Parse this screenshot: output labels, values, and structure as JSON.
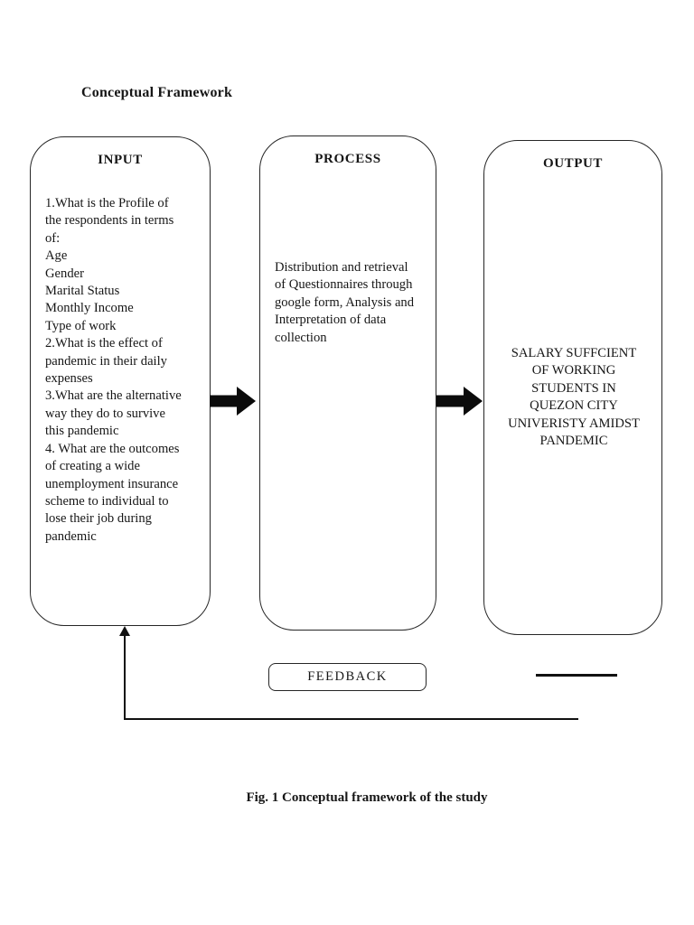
{
  "page": {
    "heading": "Conceptual Framework",
    "caption": "Fig. 1 Conceptual framework of the study",
    "background_color": "#ffffff",
    "ink_color": "#161616"
  },
  "boxes": {
    "input": {
      "header": "INPUT",
      "lines": [
        "1.What is the Profile of",
        "the respondents in terms",
        "of:",
        "Age",
        "Gender",
        "Marital Status",
        "Monthly Income",
        "Type of work",
        "2.What is the effect of",
        "pandemic in their daily",
        "expenses",
        "3.What are the alternative",
        "way they do to survive",
        "this pandemic",
        "4. What are the outcomes",
        "of creating a wide",
        "unemployment insurance",
        "scheme to individual to",
        "lose their job during",
        "pandemic"
      ]
    },
    "process": {
      "header": "PROCESS",
      "lines": [
        "Distribution and retrieval",
        "of Questionnaires through",
        "google form, Analysis and",
        "Interpretation of data",
        "collection"
      ]
    },
    "output": {
      "header": "OUTPUT",
      "lines": [
        "SALARY SUFFCIENT",
        "OF WORKING",
        "STUDENTS IN",
        "QUEZON CITY",
        "UNIVERISTY AMIDST",
        "PANDEMIC"
      ]
    },
    "feedback": {
      "label": "FEEDBACK"
    }
  },
  "icons": {
    "flow_arrow": "right-block-arrow",
    "feedback_arrow": "up-arrowhead"
  }
}
